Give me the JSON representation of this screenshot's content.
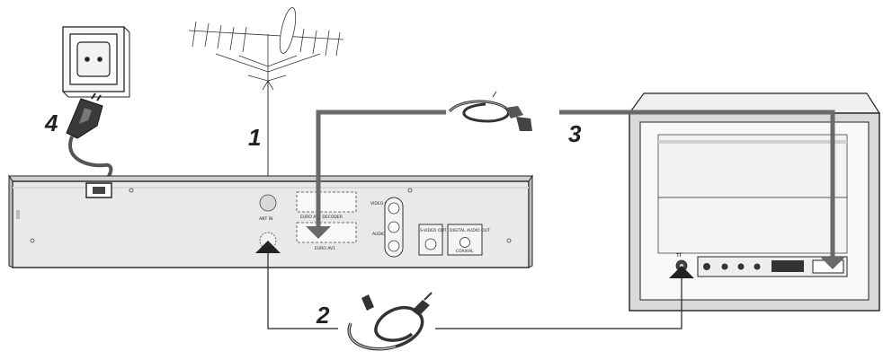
{
  "steps": {
    "antenna": "1",
    "rf_cable": "2",
    "scart_cable": "3",
    "power": "4"
  },
  "vcr_panel": {
    "ant_in": "ANT IN",
    "euro_av2_decoder": "EURO AV2  DECODER",
    "euro_av1": "EURO AV1",
    "video_cvbs": "VIDEO CVBS",
    "audio": "AUDIO",
    "s_video_out": "S-VIDEO OUT",
    "digital_audio_out": "DIGITAL AUDIO OUT",
    "coaxial": "COAXIAL"
  },
  "tv_panel": {
    "antenna_symbol": "ⲧr"
  },
  "colors": {
    "outline": "#222222",
    "scart_path": "#6a6a6a",
    "tv_frame": "#d9d9d9",
    "vcr_body": "#e9e9e9",
    "background": "#ffffff"
  }
}
